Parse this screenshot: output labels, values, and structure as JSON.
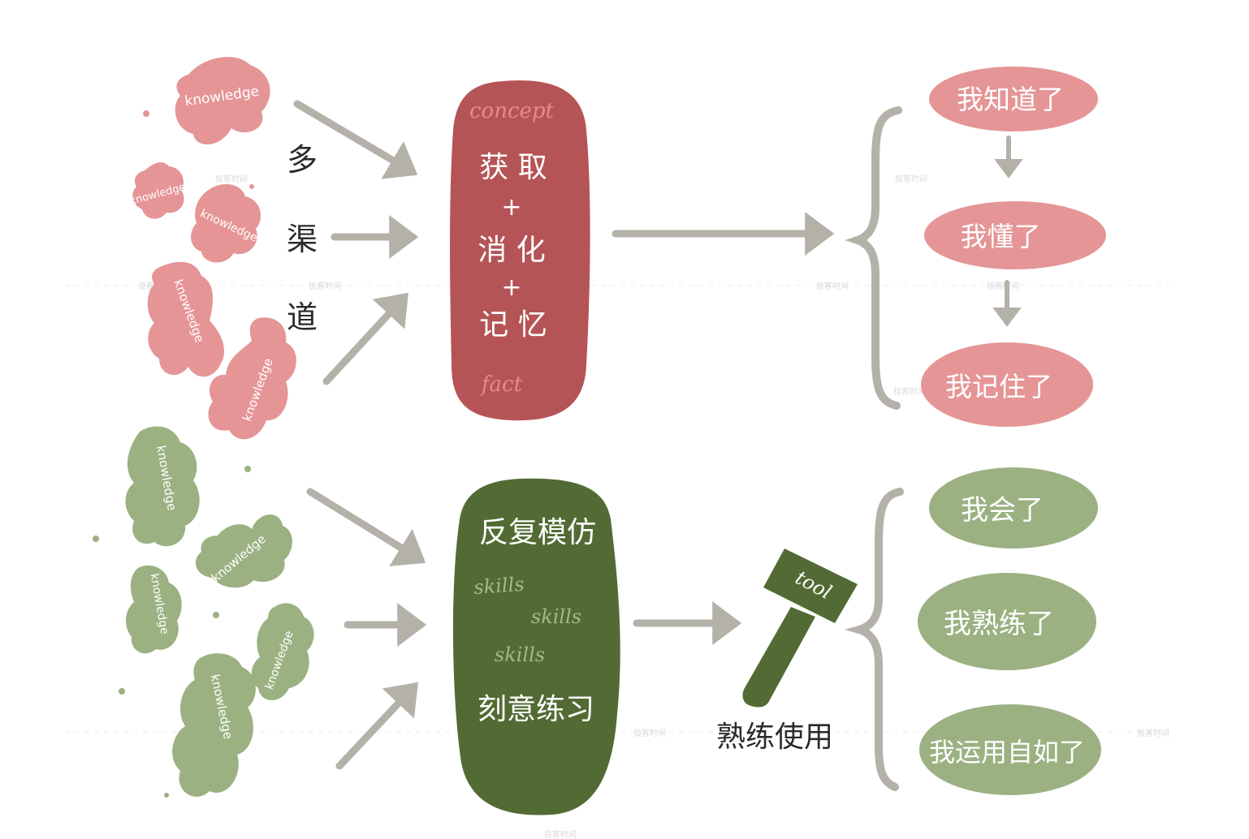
{
  "colors": {
    "pink_light": "#e59596",
    "red_dark": "#b55456",
    "green_light": "#9bb182",
    "green_dark": "#526b34",
    "arrow_gray": "#b4b1a8",
    "text_dark": "#2a2a2a",
    "text_white": "#ffffff",
    "text_pink": "#e28c90",
    "text_skills": "#9fbb86"
  },
  "labels": {
    "knowledge": "knowledge",
    "channels": [
      "多",
      "渠",
      "道"
    ],
    "concept": "concept",
    "fact": "fact",
    "acquire": "获 取",
    "digest": "消 化",
    "memorize": "记 忆",
    "plus": "+",
    "imitate": "反复模仿",
    "skills": "skills",
    "deliberate": "刻意练习",
    "tool": "tool",
    "proficient_use": "熟练使用"
  },
  "knowledge_stages": [
    "我知道了",
    "我懂了",
    "我记住了"
  ],
  "skill_stages": [
    "我会了",
    "我熟练了",
    "我运用自如了"
  ],
  "watermark": "极客时间"
}
